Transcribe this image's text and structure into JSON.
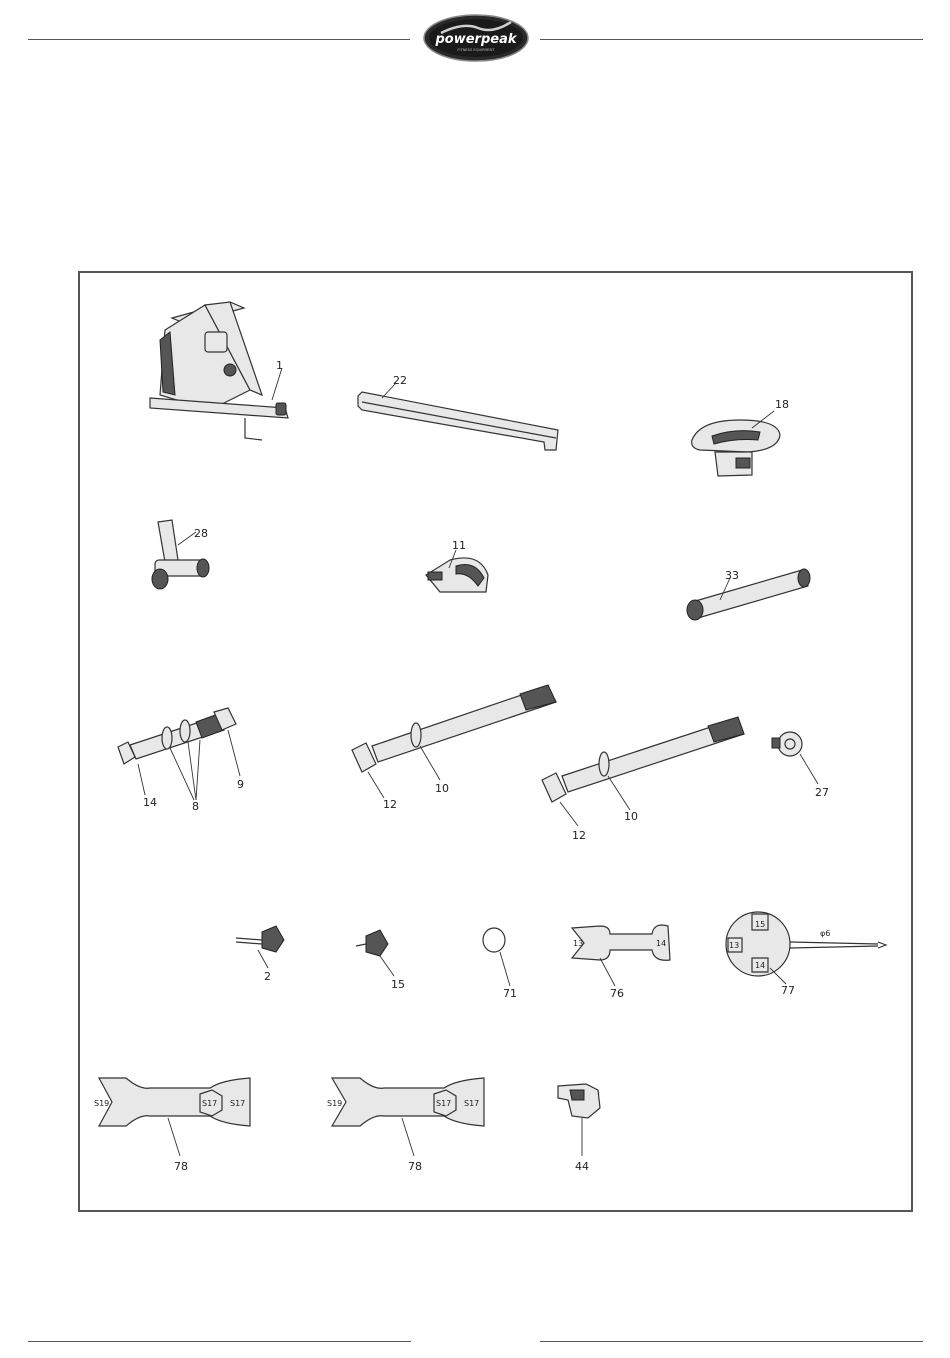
{
  "header": {
    "brand": "powerpeak",
    "tagline": "FITNESS EQUIPMENT"
  },
  "diagram": {
    "parts": [
      {
        "id": "main-frame",
        "label": "1"
      },
      {
        "id": "rail",
        "label": "22"
      },
      {
        "id": "seat",
        "label": "18"
      },
      {
        "id": "bracket",
        "label": "28"
      },
      {
        "id": "foot-cap",
        "label": "11"
      },
      {
        "id": "tube",
        "label": "33"
      },
      {
        "id": "bolt-a",
        "label": "14"
      },
      {
        "id": "washer-a",
        "label": "8"
      },
      {
        "id": "nut-a",
        "label": "9"
      },
      {
        "id": "bolt-b",
        "label": "12"
      },
      {
        "id": "washer-b",
        "label": "10"
      },
      {
        "id": "bolt-c",
        "label": "12"
      },
      {
        "id": "washer-c",
        "label": "10"
      },
      {
        "id": "knob-nut",
        "label": "27"
      },
      {
        "id": "knob-screw",
        "label": "2"
      },
      {
        "id": "knob-small",
        "label": "15"
      },
      {
        "id": "ring",
        "label": "71"
      },
      {
        "id": "wrench-76",
        "label": "76",
        "sizes": [
          "13",
          "14"
        ]
      },
      {
        "id": "tool-77",
        "label": "77",
        "sizes": [
          "15",
          "13",
          "14",
          "φ6"
        ]
      },
      {
        "id": "wrench-78a",
        "label": "78",
        "sizes": [
          "S19",
          "S17",
          "S17"
        ]
      },
      {
        "id": "wrench-78b",
        "label": "78",
        "sizes": [
          "S19",
          "S17",
          "S17"
        ]
      },
      {
        "id": "clip",
        "label": "44"
      }
    ]
  }
}
